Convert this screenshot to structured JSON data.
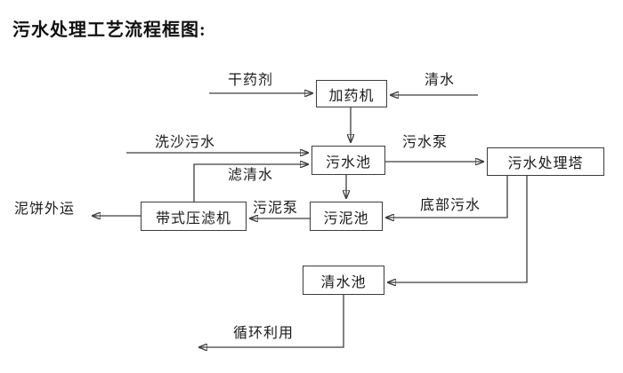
{
  "title": "污水处理工艺流程框图:",
  "colors": {
    "background": "#ffffff",
    "line": "#3d3d3d",
    "text": "#1a1a1a"
  },
  "diagram": {
    "nodes": [
      {
        "id": "dosing-machine",
        "label": "加药机"
      },
      {
        "id": "sewage-pool",
        "label": "污水池"
      },
      {
        "id": "sewage-treatment-tower",
        "label": "污水处理塔"
      },
      {
        "id": "sludge-pool",
        "label": "污泥池"
      },
      {
        "id": "belt-filter-press",
        "label": "带式压滤机"
      },
      {
        "id": "clean-water-pool",
        "label": "清水池"
      }
    ],
    "labels": [
      {
        "id": "dry-chemical",
        "text": "干药剂"
      },
      {
        "id": "clean-water",
        "text": "清水"
      },
      {
        "id": "sand-washing-sewage",
        "text": "洗沙污水"
      },
      {
        "id": "filtered-water",
        "text": "滤清水"
      },
      {
        "id": "sewage-pump",
        "text": "污水泵"
      },
      {
        "id": "sludge-pump",
        "text": "污泥泵"
      },
      {
        "id": "bottom-sewage",
        "text": "底部污水"
      },
      {
        "id": "mud-cake-out",
        "text": "泥饼外运"
      },
      {
        "id": "recycle-use",
        "text": "循环利用"
      }
    ],
    "edges": [
      {
        "from": "dry-chemical-inlet",
        "to": "dosing-machine",
        "label": "干药剂"
      },
      {
        "from": "clean-water-inlet",
        "to": "dosing-machine",
        "label": "清水"
      },
      {
        "from": "dosing-machine",
        "to": "sewage-pool",
        "label": ""
      },
      {
        "from": "sand-washing-inlet",
        "to": "sewage-pool",
        "label": "洗沙污水"
      },
      {
        "from": "belt-filter-press",
        "to": "sewage-pool",
        "label": "滤清水"
      },
      {
        "from": "sewage-pool",
        "to": "sewage-treatment-tower",
        "label": "污水泵"
      },
      {
        "from": "sewage-pool",
        "to": "sludge-pool",
        "label": ""
      },
      {
        "from": "sludge-pool",
        "to": "belt-filter-press",
        "label": "污泥泵"
      },
      {
        "from": "belt-filter-press",
        "to": "mud-cake-outlet",
        "label": "泥饼外运"
      },
      {
        "from": "sewage-treatment-tower",
        "to": "sludge-pool",
        "label": "底部污水"
      },
      {
        "from": "sewage-treatment-tower",
        "to": "clean-water-pool",
        "label": ""
      },
      {
        "from": "clean-water-pool",
        "to": "recycle-outlet",
        "label": "循环利用"
      }
    ]
  }
}
